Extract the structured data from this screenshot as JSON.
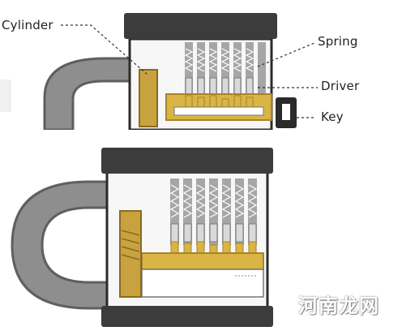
{
  "labels": {
    "cylinder": "Cylinder",
    "spring": "Spring",
    "driver": "Driver",
    "key": "Key"
  },
  "watermark": "河南龙网",
  "colors": {
    "shackle": "#8e8e8e",
    "shackle_dark": "#5f5f5f",
    "body_outline": "#2b2b2b",
    "cap": "#3c3c3c",
    "brass": "#d8b545",
    "brass_dark": "#a9822a",
    "pin_chamber": "#a6a6a6",
    "background_strip": "#f0f0f0"
  }
}
